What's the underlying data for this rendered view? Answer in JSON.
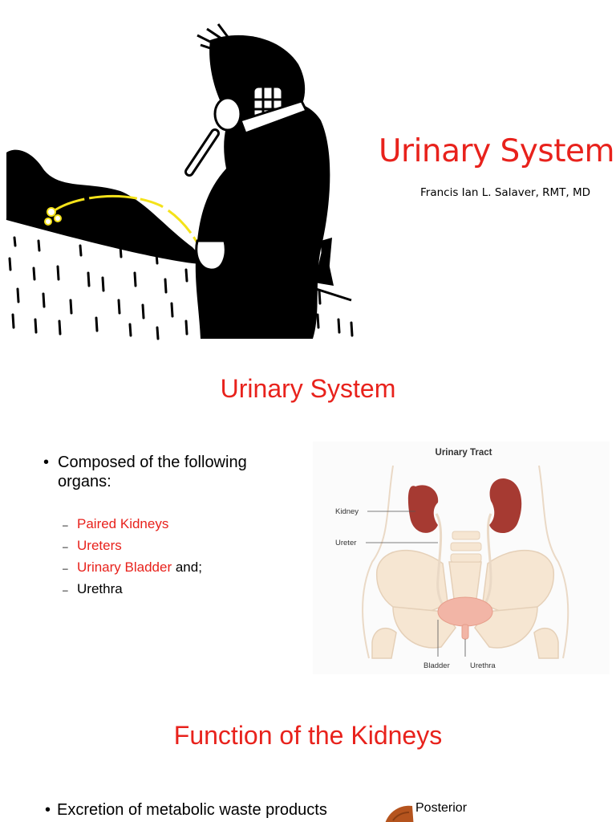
{
  "slide1": {
    "title": "Urinary System",
    "author": "Francis Ian L. Salaver, RMT, MD",
    "cartoon_icon": "man-urinating-cartoon-icon"
  },
  "slide2": {
    "title": "Urinary System",
    "bullet": "Composed of the following organs:",
    "organs": [
      {
        "dash": "–",
        "name": "Paired Kidneys",
        "suffix": ""
      },
      {
        "dash": "–",
        "name": "Ureters",
        "suffix": ""
      },
      {
        "dash": "–",
        "name": "Urinary Bladder",
        "suffix": " and;"
      },
      {
        "dash": "–",
        "name": "Urethra",
        "suffix": ""
      }
    ],
    "diagram": {
      "title": "Urinary Tract",
      "labels": {
        "kidney": "Kidney",
        "ureter": "Ureter",
        "bladder": "Bladder",
        "urethra": "Urethra"
      }
    }
  },
  "slide3": {
    "title": "Function of the Kidneys",
    "bullet": "Excretion of metabolic waste products",
    "figure_label": "Posterior"
  },
  "colors": {
    "accent_red": "#e8221c",
    "kidney": "#a63a32",
    "bladder": "#f2b5a6",
    "bone": "#f6e6d2",
    "urine": "#f4e21a"
  }
}
